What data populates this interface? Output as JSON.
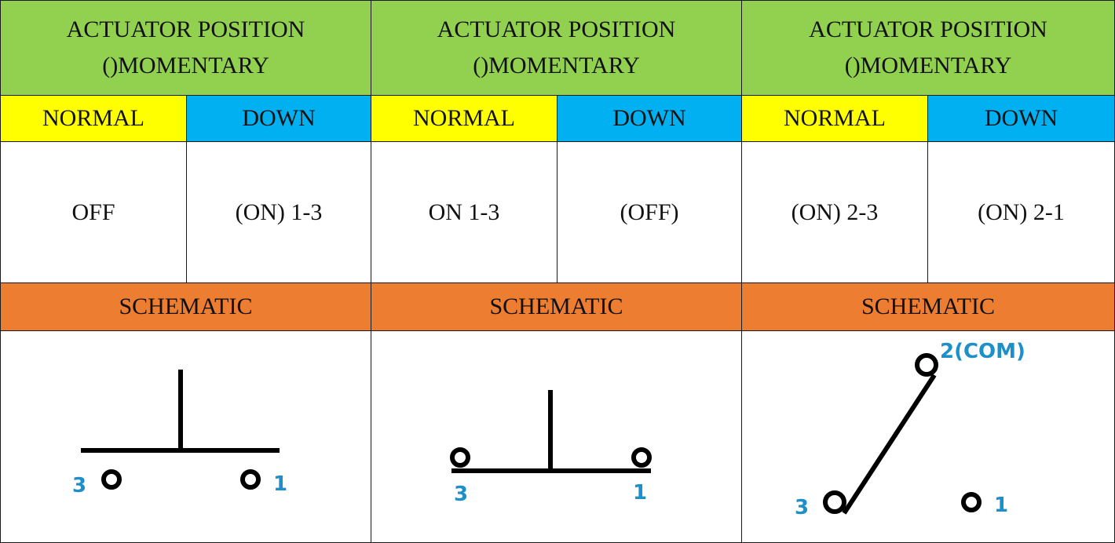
{
  "columns": [
    {
      "header_line1": "ACTUATOR POSITION",
      "header_line2": "()MOMENTARY",
      "normal_label": "NORMAL",
      "down_label": "DOWN",
      "normal_value": "OFF",
      "down_value": "(ON)  1-3",
      "schematic_label": "SCHEMATIC",
      "schematic": {
        "left_pin": "3",
        "right_pin": "1"
      }
    },
    {
      "header_line1": "ACTUATOR POSITION",
      "header_line2": "()MOMENTARY",
      "normal_label": "NORMAL",
      "down_label": "DOWN",
      "normal_value": "ON  1-3",
      "down_value": "(OFF)",
      "schematic_label": "SCHEMATIC",
      "schematic": {
        "left_pin": "3",
        "right_pin": "1"
      }
    },
    {
      "header_line1": "ACTUATOR POSITION",
      "header_line2": "()MOMENTARY",
      "normal_label": "NORMAL",
      "down_label": "DOWN",
      "normal_value": "(ON)  2-3",
      "down_value": "(ON)  2-1",
      "schematic_label": "SCHEMATIC",
      "schematic": {
        "left_pin": "3",
        "right_pin": "1",
        "top_pin": "2(COM)"
      }
    }
  ],
  "colors": {
    "header_bg": "#92d050",
    "normal_bg": "#ffff00",
    "down_bg": "#00b0f0",
    "schematic_bg": "#ed7d31",
    "pin_label": "#1d8fc9"
  }
}
